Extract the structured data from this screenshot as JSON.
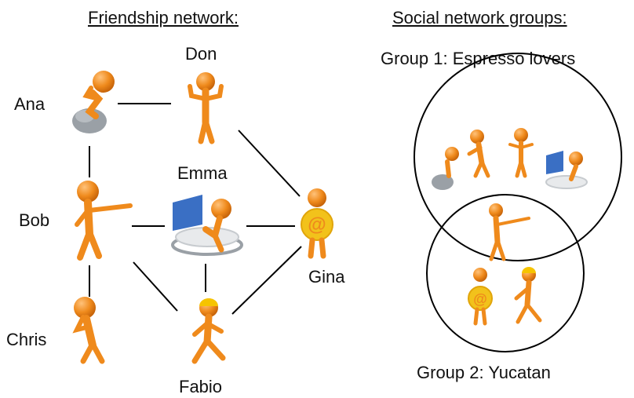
{
  "friendship": {
    "title": "Friendship network:",
    "people": [
      {
        "id": "ana",
        "name": "Ana",
        "icon": "thinking-person-on-rock-icon"
      },
      {
        "id": "don",
        "name": "Don",
        "icon": "thumbs-up-person-icon"
      },
      {
        "id": "bob",
        "name": "Bob",
        "icon": "pointing-person-icon"
      },
      {
        "id": "emma",
        "name": "Emma",
        "icon": "person-at-computer-icon"
      },
      {
        "id": "gina",
        "name": "Gina",
        "icon": "person-holding-at-sign-icon"
      },
      {
        "id": "chris",
        "name": "Chris",
        "icon": "thinking-person-icon"
      },
      {
        "id": "fabio",
        "name": "Fabio",
        "icon": "walking-person-with-hardhat-icon"
      }
    ],
    "links": [
      [
        "ana",
        "don"
      ],
      [
        "ana",
        "bob"
      ],
      [
        "don",
        "gina"
      ],
      [
        "bob",
        "emma"
      ],
      [
        "emma",
        "gina"
      ],
      [
        "bob",
        "chris"
      ],
      [
        "bob",
        "fabio"
      ],
      [
        "emma",
        "fabio"
      ],
      [
        "fabio",
        "gina"
      ]
    ]
  },
  "groups": {
    "title": "Social network groups:",
    "group1_label": "Group 1: Espresso lovers",
    "group2_label": "Group 2: Yucatan",
    "group1_members": [
      "ana",
      "bob",
      "don",
      "emma"
    ],
    "group2_members": [
      "bob",
      "gina",
      "fabio"
    ]
  },
  "colors": {
    "figure": "#ef8a1c",
    "figure_dark": "#c8650a",
    "line": "#000000",
    "rock": "#9aa0a6",
    "computer": "#3a6fc4",
    "at_ring": "#f2c21b",
    "hardhat": "#f6c400"
  }
}
